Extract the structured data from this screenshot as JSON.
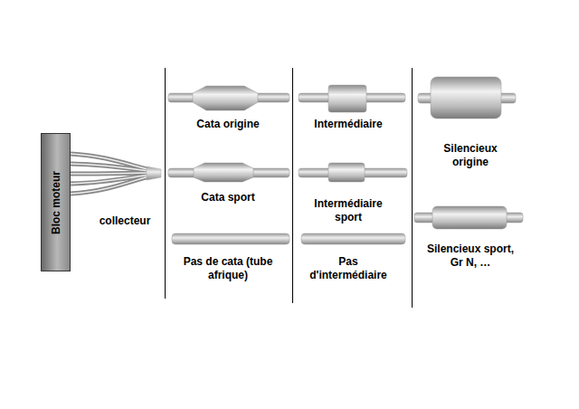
{
  "diagram": {
    "nodes": [
      {
        "text": [
          "Bloc moteur"
        ]
      }
    ],
    "labels": [
      "collecteur",
      "Cata origine",
      "Intermédiaire",
      "Silencieux origine",
      "Cata sport",
      "Intermédiaire sport",
      "Silencieux sport, Gr N, …",
      "Pas de cata (tube afrique)",
      "Pas d'intermédiaire"
    ]
  }
}
